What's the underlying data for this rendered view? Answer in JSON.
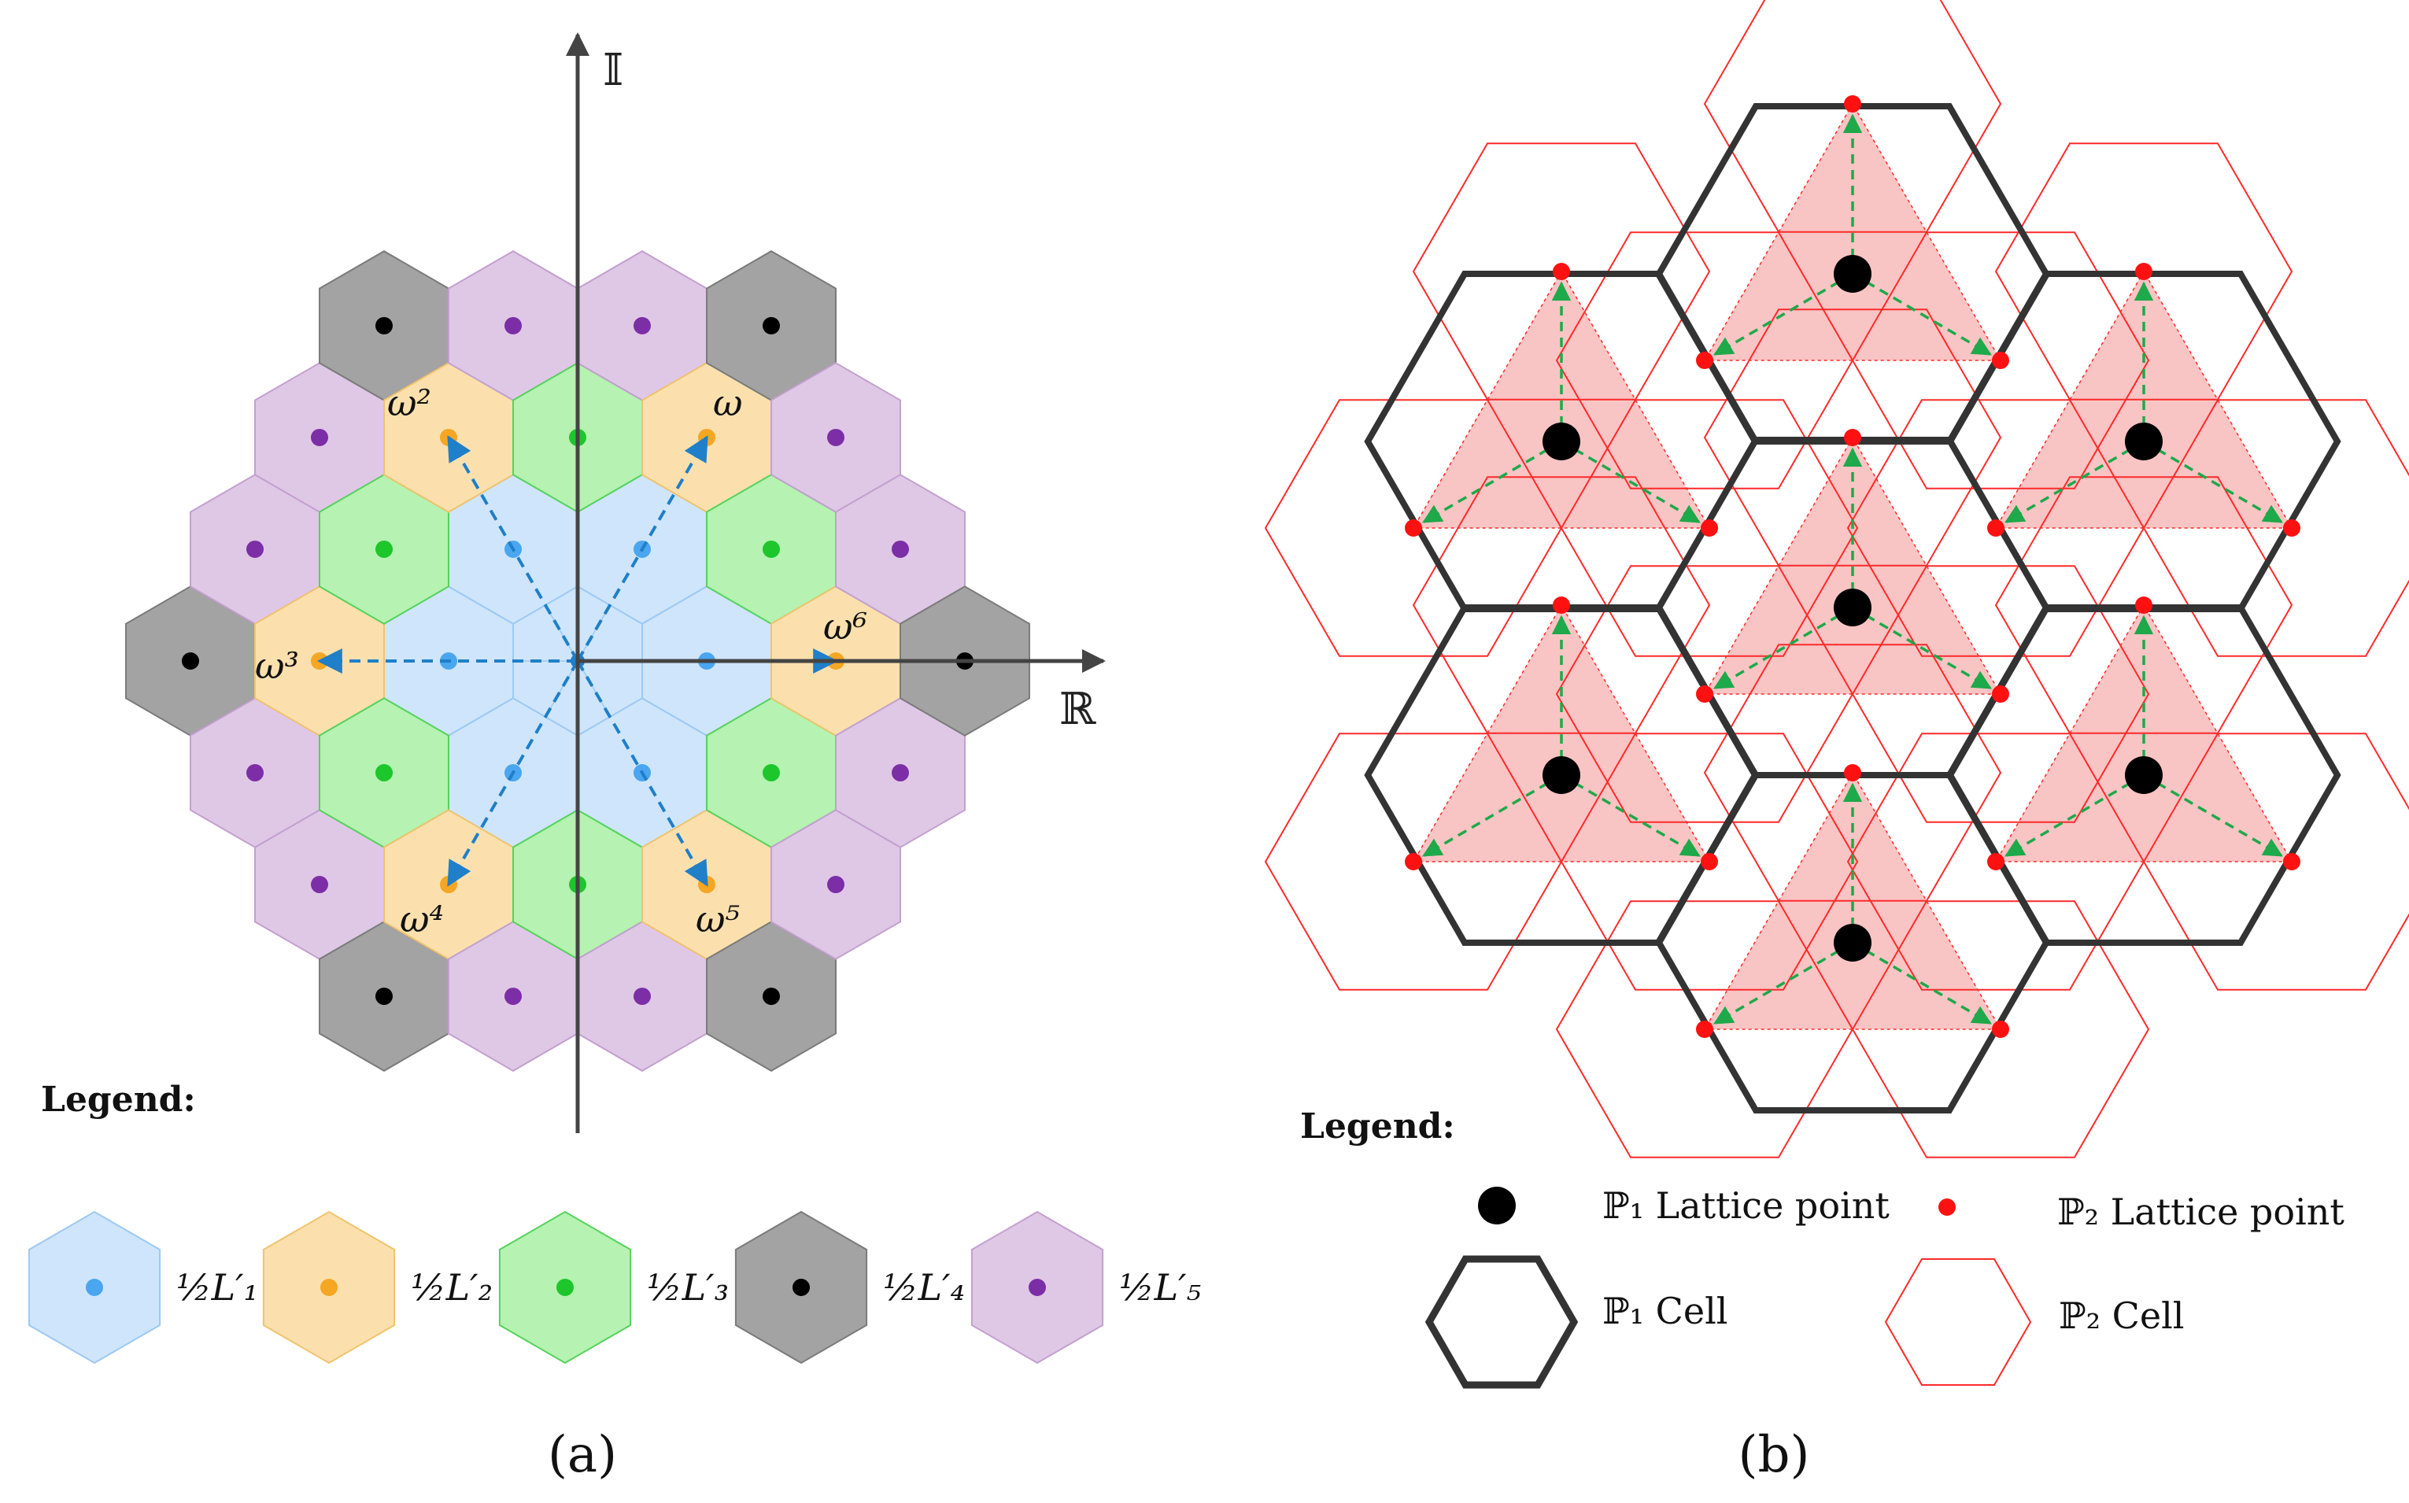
{
  "colors": {
    "L1": {
      "fill": "#cfe5fb",
      "stroke": "#9cc9f3",
      "dot": "#4aa6ef"
    },
    "L2": {
      "fill": "#fbe0ae",
      "stroke": "#f1c36d",
      "dot": "#f5a623"
    },
    "L3": {
      "fill": "#b6f2b1",
      "stroke": "#55d35c",
      "dot": "#1dc62b"
    },
    "L4": {
      "fill": "#a3a3a3",
      "stroke": "#7b7b7b",
      "dot": "#000000"
    },
    "L5": {
      "fill": "#dfc8e6",
      "stroke": "#c3a0cf",
      "dot": "#7c2ea6"
    },
    "axis": "#444444",
    "vector_arrow": "#1f7fc8",
    "p1_cell": "#333333",
    "p2_cell": "#ff2a2a",
    "triangle_fill": "#f9c4c4",
    "green_arrow": "#1ea94a"
  },
  "panel_a": {
    "caption": "(a)",
    "axis_imag_label": "𝕀",
    "axis_real_label": "ℝ",
    "omega_labels": [
      "ω",
      "ω²",
      "ω³",
      "ω⁴",
      "ω⁵",
      "ω⁶"
    ],
    "legend_title": "Legend:",
    "legend_items": [
      {
        "id": "L1",
        "label": "½L′₁"
      },
      {
        "id": "L2",
        "label": "½L′₂"
      },
      {
        "id": "L3",
        "label": "½L′₃"
      },
      {
        "id": "L4",
        "label": "½L′₄"
      },
      {
        "id": "L5",
        "label": "½L′₅"
      }
    ]
  },
  "panel_b": {
    "caption": "(b)",
    "legend_title": "Legend:",
    "p1_point_label": "ℙ₁ Lattice point",
    "p2_point_label": "ℙ₂ Lattice point",
    "p1_cell_label": "ℙ₁ Cell",
    "p2_cell_label": "ℙ₂ Cell"
  }
}
